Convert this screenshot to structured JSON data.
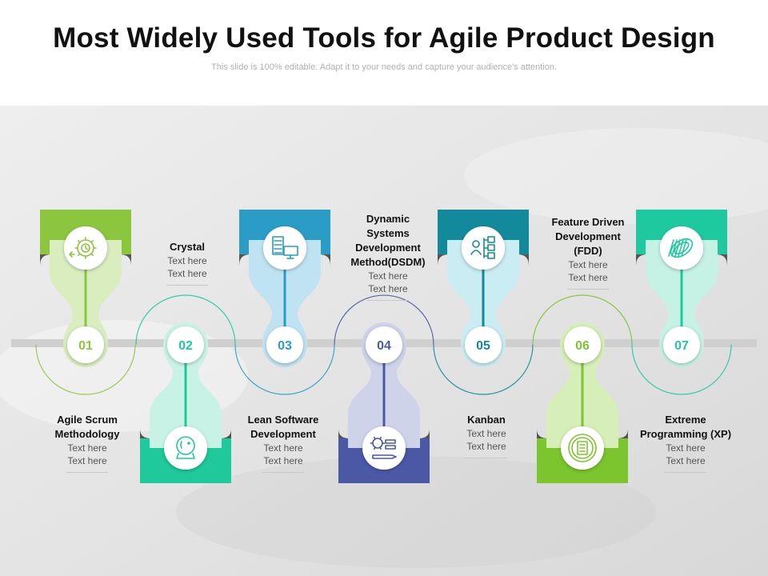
{
  "title": "Most Widely Used Tools for Agile Product Design",
  "subtitle": "This slide is 100% editable. Adapt it to your needs and capture your audience's attention.",
  "steps": [
    {
      "number": "01",
      "label": "Agile Scrum\nMethodology",
      "text1": "Text here",
      "text2": "Text here",
      "color": "#8cc63f",
      "light": "#d9edbf",
      "icon": "gear-clock-icon",
      "position": "top"
    },
    {
      "number": "02",
      "label": "Crystal",
      "text1": "Text here",
      "text2": "Text here",
      "color": "#1fc99c",
      "light": "#c9f2e6",
      "icon": "crystal-ball-icon",
      "position": "bottom"
    },
    {
      "number": "03",
      "label": "Lean Software\nDevelopment",
      "text1": "Text here",
      "text2": "Text here",
      "color": "#2a9cc6",
      "light": "#bfe3f2",
      "icon": "server-monitor-icon",
      "position": "top"
    },
    {
      "number": "04",
      "label": "Dynamic\nSystems\nDevelopment\nMethod(DSDM)",
      "text1": "Text here",
      "text2": "Text here",
      "color": "#4b58a6",
      "light": "#cfd3ea",
      "icon": "gear-pen-icon",
      "position": "bottom"
    },
    {
      "number": "05",
      "label": "Kanban",
      "text1": "Text here",
      "text2": "Text here",
      "color": "#138a9b",
      "light": "#c9edf2",
      "icon": "org-chart-icon",
      "position": "top"
    },
    {
      "number": "06",
      "label": "Feature Driven\nDevelopment\n(FDD)",
      "text1": "Text here",
      "text2": "Text here",
      "color": "#7cc52e",
      "light": "#d6eeb7",
      "icon": "document-rings-icon",
      "position": "bottom"
    },
    {
      "number": "07",
      "label": "Extreme\nProgramming (XP)",
      "text1": "Text here",
      "text2": "Text here",
      "color": "#1fc9a0",
      "light": "#c6f1e5",
      "icon": "rope-icon",
      "position": "top"
    }
  ]
}
